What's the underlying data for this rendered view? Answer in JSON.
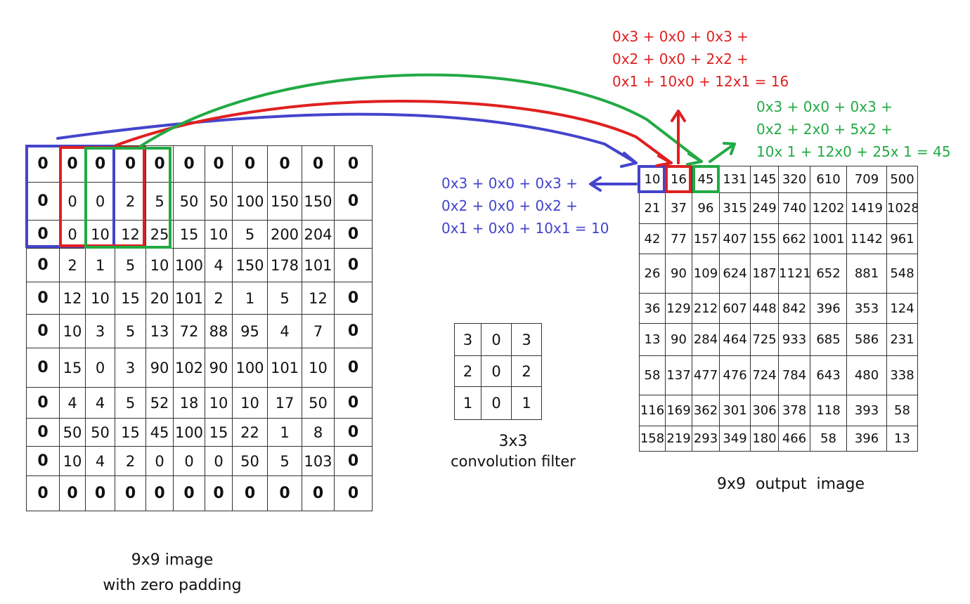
{
  "colors": {
    "blue": "#4444cc",
    "red": "#e02020",
    "green": "#22aa44",
    "grid": "#333333"
  },
  "input_image": {
    "caption": [
      "9x9 image",
      "with zero padding"
    ],
    "rows": [
      [
        "0",
        "0",
        "0",
        "0",
        "0",
        "0",
        "0",
        "0",
        "0",
        "0",
        "0"
      ],
      [
        "0",
        "0",
        "0",
        "2",
        "5",
        "50",
        "50",
        "100",
        "150",
        "150",
        "0"
      ],
      [
        "0",
        "0",
        "10",
        "12",
        "25",
        "15",
        "10",
        "5",
        "200",
        "204",
        "0"
      ],
      [
        "0",
        "2",
        "1",
        "5",
        "10",
        "100",
        "4",
        "150",
        "178",
        "101",
        "0"
      ],
      [
        "0",
        "12",
        "10",
        "15",
        "20",
        "101",
        "2",
        "1",
        "5",
        "12",
        "0"
      ],
      [
        "0",
        "10",
        "3",
        "5",
        "13",
        "72",
        "88",
        "95",
        "4",
        "7",
        "0"
      ],
      [
        "0",
        "15",
        "0",
        "3",
        "90",
        "102",
        "90",
        "100",
        "101",
        "10",
        "0"
      ],
      [
        "0",
        "4",
        "4",
        "5",
        "52",
        "18",
        "10",
        "10",
        "17",
        "50",
        "0"
      ],
      [
        "0",
        "50",
        "50",
        "15",
        "45",
        "100",
        "15",
        "22",
        "1",
        "8",
        "0"
      ],
      [
        "0",
        "10",
        "4",
        "2",
        "0",
        "0",
        "0",
        "50",
        "5",
        "103",
        "0"
      ],
      [
        "0",
        "0",
        "0",
        "0",
        "0",
        "0",
        "0",
        "0",
        "0",
        "0",
        "0"
      ]
    ]
  },
  "filter": {
    "caption": [
      "3x3",
      "convolution filter"
    ],
    "rows": [
      [
        "3",
        "0",
        "3"
      ],
      [
        "2",
        "0",
        "2"
      ],
      [
        "1",
        "0",
        "1"
      ]
    ]
  },
  "output_image": {
    "caption": "9x9  output  image",
    "rows": [
      [
        "10",
        "16",
        "45",
        "131",
        "145",
        "320",
        "610",
        "709",
        "500"
      ],
      [
        "21",
        "37",
        "96",
        "315",
        "249",
        "740",
        "1202",
        "1419",
        "1028"
      ],
      [
        "42",
        "77",
        "157",
        "407",
        "155",
        "662",
        "1001",
        "1142",
        "961"
      ],
      [
        "26",
        "90",
        "109",
        "624",
        "187",
        "1121",
        "652",
        "881",
        "548"
      ],
      [
        "36",
        "129",
        "212",
        "607",
        "448",
        "842",
        "396",
        "353",
        "124"
      ],
      [
        "13",
        "90",
        "284",
        "464",
        "725",
        "933",
        "685",
        "586",
        "231"
      ],
      [
        "58",
        "137",
        "477",
        "476",
        "724",
        "784",
        "643",
        "480",
        "338"
      ],
      [
        "116",
        "169",
        "362",
        "301",
        "306",
        "378",
        "118",
        "393",
        "58"
      ],
      [
        "158",
        "219",
        "293",
        "349",
        "180",
        "466",
        "58",
        "396",
        "13"
      ]
    ]
  },
  "calculations": {
    "red": [
      "0x3 + 0x0 + 0x3 +",
      "0x2 + 0x0 + 2x2 +",
      "0x1 + 10x0 + 12x1 = 16"
    ],
    "green": [
      "0x3 + 0x0 + 0x3 +",
      "0x2 + 2x0 + 5x2 +",
      "10x 1 + 12x0 + 25x 1 = 45"
    ],
    "blue": [
      "0x3 + 0x0 + 0x3 +",
      "0x2 + 0x0 + 0x2 +",
      "0x1 + 0x0 + 10x1 = 10"
    ]
  }
}
